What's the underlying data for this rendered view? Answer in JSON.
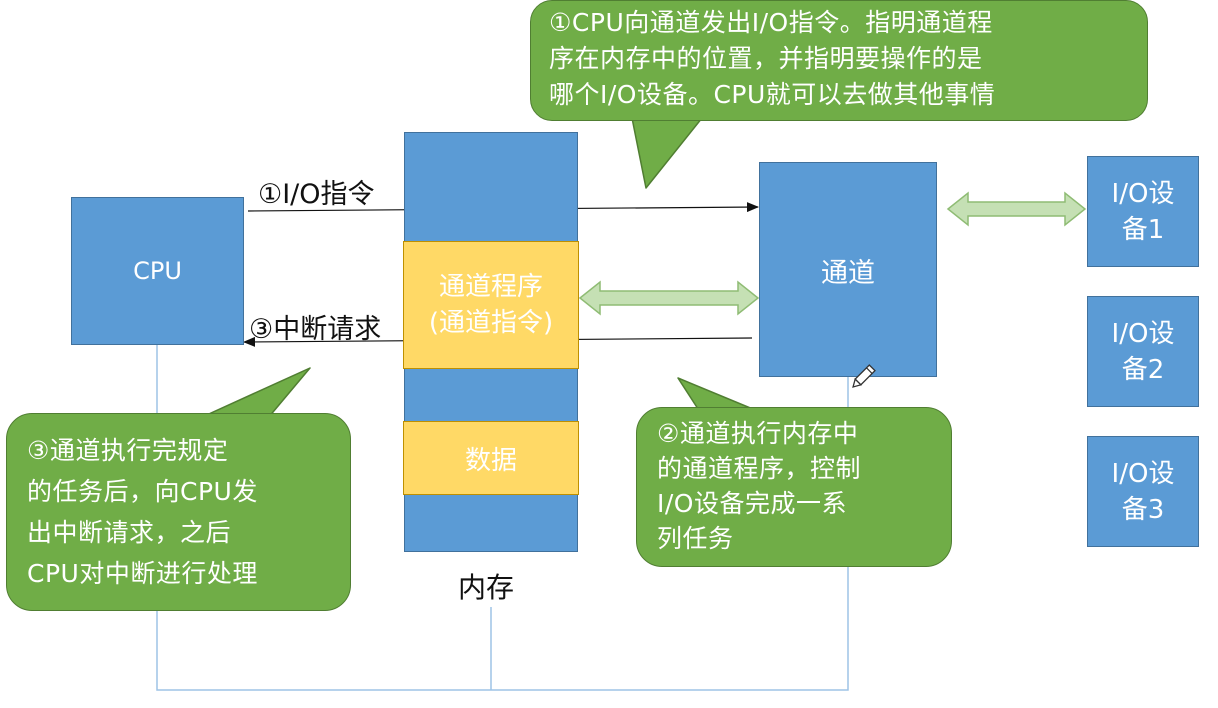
{
  "nodes": {
    "cpu": "CPU",
    "channel": "通道",
    "memory_label": "内存",
    "channel_program_line1": "通道程序",
    "channel_program_line2": "(通道指令)",
    "data_segment": "数据",
    "io_device_1": [
      "I/O设",
      "备1"
    ],
    "io_device_2": [
      "I/O设",
      "备2"
    ],
    "io_device_3": [
      "I/O设",
      "备3"
    ]
  },
  "edges": {
    "io_instruction": "①I/O指令",
    "interrupt_request": "③中断请求"
  },
  "callouts": {
    "step1": [
      "①CPU向通道发出I/O指令。指明通道程",
      "序在内存中的位置，并指明要操作的是",
      "哪个I/O设备。CPU就可以去做其他事情"
    ],
    "step2": [
      "②通道执行内存中",
      "的通道程序，控制",
      "I/O设备完成一系",
      "列任务"
    ],
    "step3": [
      "③通道执行完规定",
      "的任务后，向CPU发",
      "出中断请求，之后",
      "CPU对中断进行处理"
    ]
  },
  "colors": {
    "box_blue": "#5b9bd5",
    "segment_yellow": "#ffd966",
    "callout_green": "#70ad47",
    "double_arrow_fill": "#c5e0b4",
    "bus_line": "#9dc3e6"
  },
  "icons": [
    "pencil-icon"
  ]
}
